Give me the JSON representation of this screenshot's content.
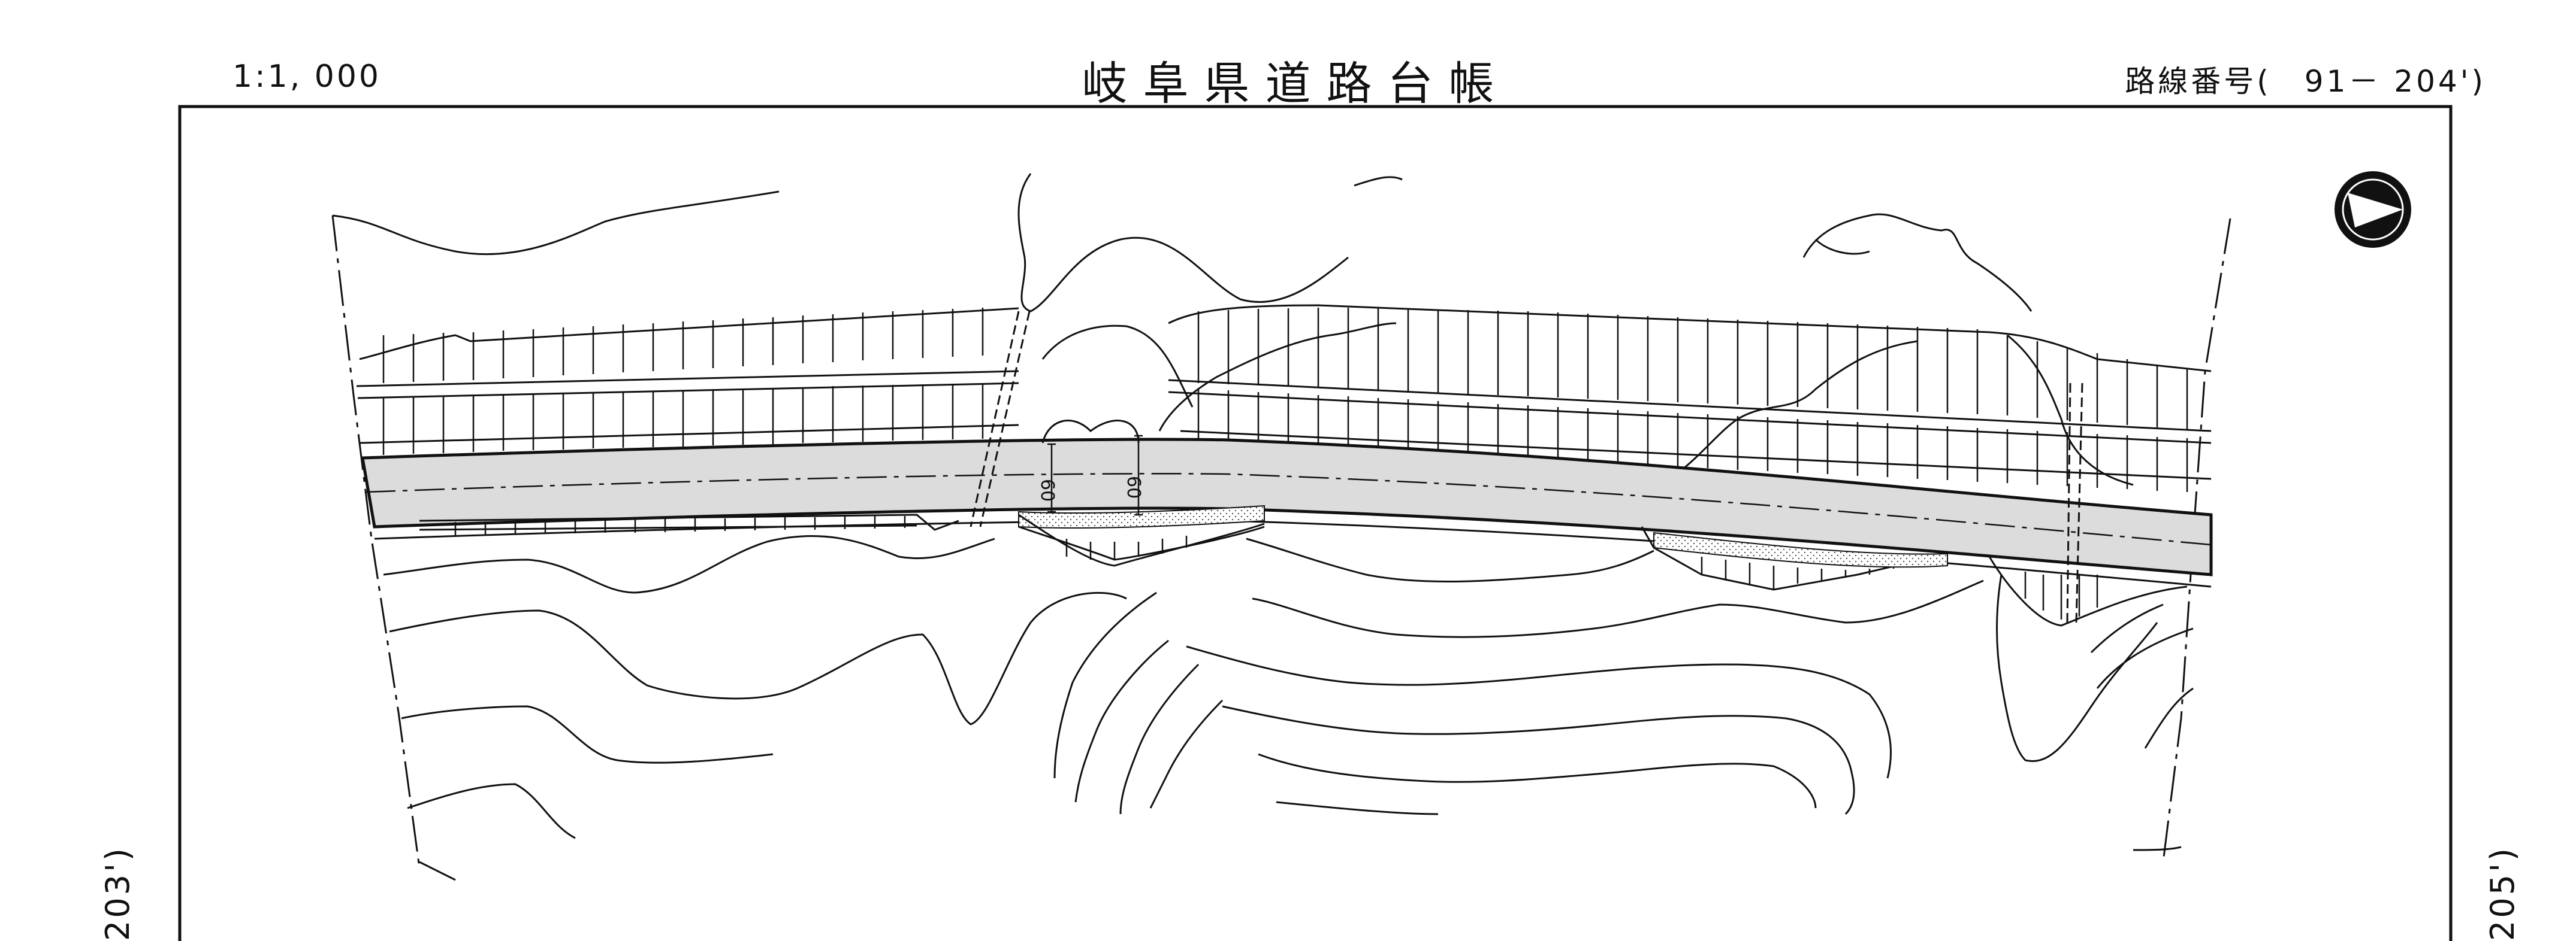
{
  "header": {
    "scale": "1:1, 000",
    "title": "岐阜県道路台帳",
    "route_number": "路線番号(　91－ 204')"
  },
  "adjacent_sheets": {
    "left": "203')",
    "right": "205')"
  },
  "dimensions": {
    "left": "60",
    "right": "60"
  },
  "north_arrow": "north-arrow-icon",
  "colors": {
    "ink": "#111111",
    "road_fill": "#d9d9d9",
    "background": "#ffffff"
  }
}
